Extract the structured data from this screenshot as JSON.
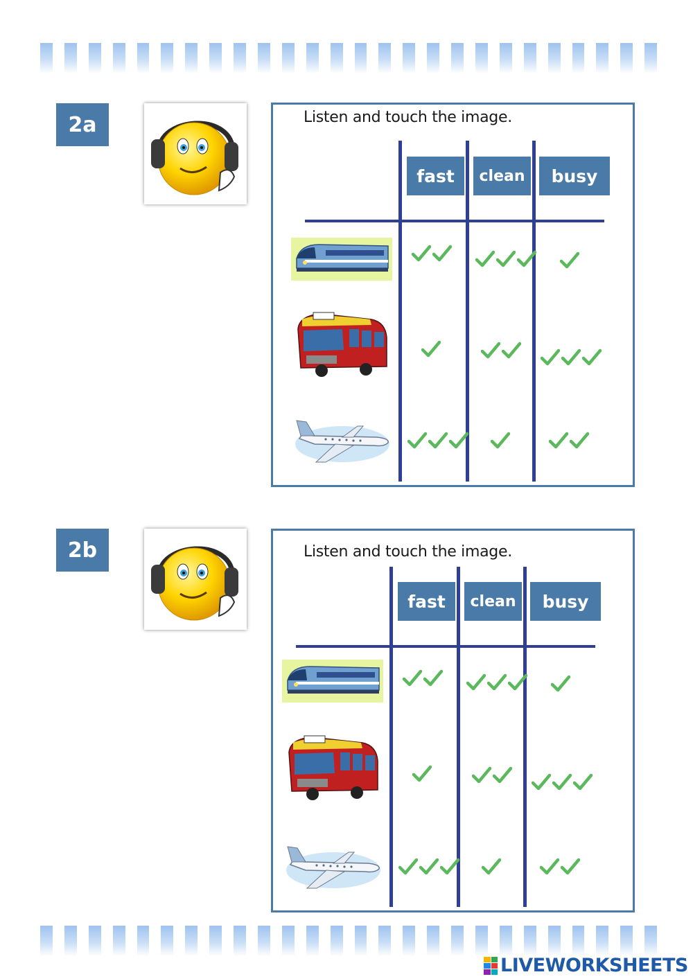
{
  "colors": {
    "accent": "#4a7ba8",
    "grid": "#2f3f96",
    "tick": "#5cb85c",
    "stripe": "#9ec3ef"
  },
  "sections": [
    {
      "badge": "2a",
      "instruction": "Listen and touch the image.",
      "columns": [
        "fast",
        "clean",
        "busy"
      ],
      "rows": [
        {
          "image": "train-icon",
          "ticks": [
            2,
            3,
            1
          ]
        },
        {
          "image": "bus-icon",
          "ticks": [
            1,
            2,
            3
          ]
        },
        {
          "image": "airplane-icon",
          "ticks": [
            3,
            1,
            2
          ]
        }
      ]
    },
    {
      "badge": "2b",
      "instruction": "Listen and touch the image.",
      "columns": [
        "fast",
        "clean",
        "busy"
      ],
      "rows": [
        {
          "image": "train-icon",
          "ticks": [
            2,
            3,
            1
          ]
        },
        {
          "image": "bus-icon",
          "ticks": [
            1,
            2,
            3
          ]
        },
        {
          "image": "airplane-icon",
          "ticks": [
            3,
            1,
            2
          ]
        }
      ]
    }
  ],
  "footer": {
    "logo_text": "LIVEWORKSHEETS",
    "logo_icon": "liveworksheets-logo-icon"
  }
}
